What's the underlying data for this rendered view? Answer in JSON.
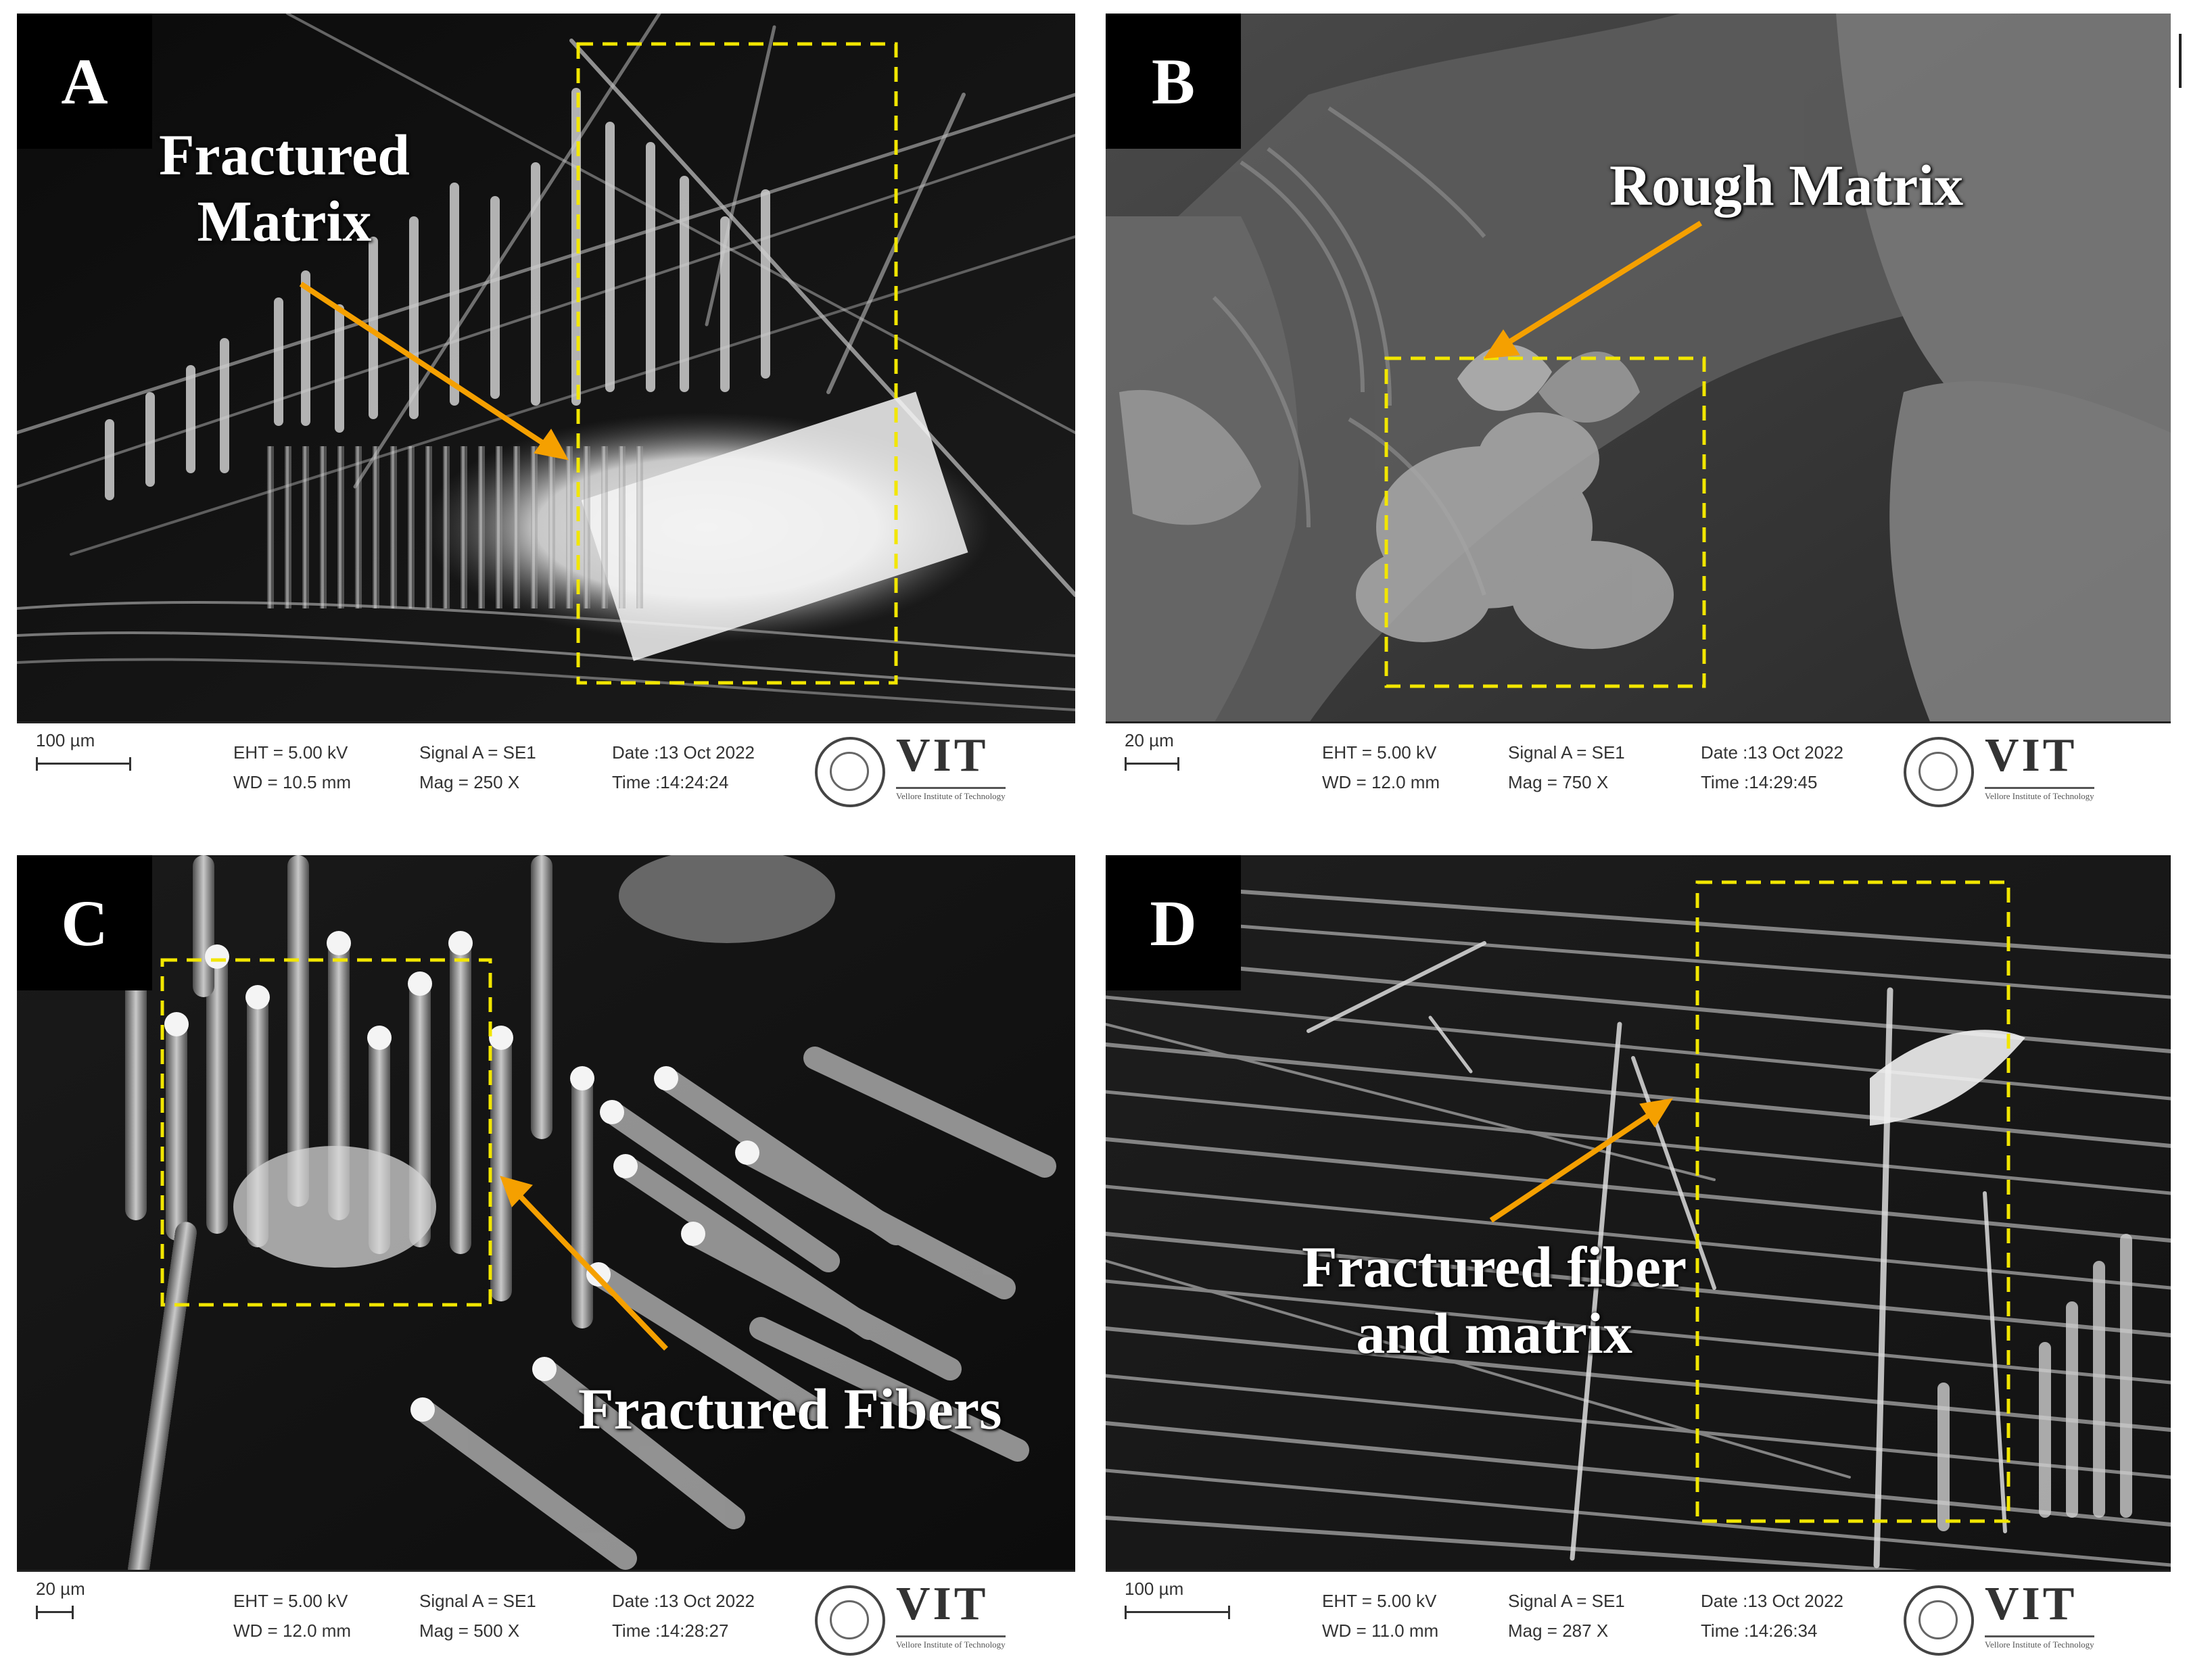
{
  "figure": {
    "panels": [
      {
        "id": "A",
        "label": "A",
        "annotation_lines": [
          "Fractured",
          "Matrix"
        ],
        "info": {
          "scale": "100 µm",
          "eht": "EHT =  5.00 kV",
          "wd": "WD = 10.5 mm",
          "signal": "Signal A = SE1",
          "mag": "Mag =   250 X",
          "date": "Date :13 Oct 2022",
          "time": "Time :14:24:24",
          "logo_text": "VIT",
          "logo_sub": "Vellore Institute of Technology"
        }
      },
      {
        "id": "B",
        "label": "B",
        "annotation_lines": [
          "Rough Matrix"
        ],
        "info": {
          "scale": "20 µm",
          "eht": "EHT =  5.00 kV",
          "wd": "WD = 12.0 mm",
          "signal": "Signal A = SE1",
          "mag": "Mag =   750 X",
          "date": "Date :13 Oct 2022",
          "time": "Time :14:29:45",
          "logo_text": "VIT",
          "logo_sub": "Vellore Institute of Technology"
        }
      },
      {
        "id": "C",
        "label": "C",
        "annotation_lines": [
          "Fractured Fibers"
        ],
        "info": {
          "scale": "20 µm",
          "eht": "EHT =  5.00 kV",
          "wd": "WD = 12.0 mm",
          "signal": "Signal A = SE1",
          "mag": "Mag =   500 X",
          "date": "Date :13 Oct 2022",
          "time": "Time :14:28:27",
          "logo_text": "VIT",
          "logo_sub": "Vellore Institute of Technology"
        }
      },
      {
        "id": "D",
        "label": "D",
        "annotation_lines": [
          "Fractured fiber",
          "and matrix"
        ],
        "info": {
          "scale": "100 µm",
          "eht": "EHT =  5.00 kV",
          "wd": "WD = 11.0 mm",
          "signal": "Signal A = SE1",
          "mag": "Mag =   287 X",
          "date": "Date :13 Oct 2022",
          "time": "Time :14:26:34",
          "logo_text": "VIT",
          "logo_sub": "Vellore Institute of Technology"
        }
      }
    ],
    "colors": {
      "highlight_box": "#f2e600",
      "arrow": "#f5a000",
      "background": "#000000"
    }
  }
}
